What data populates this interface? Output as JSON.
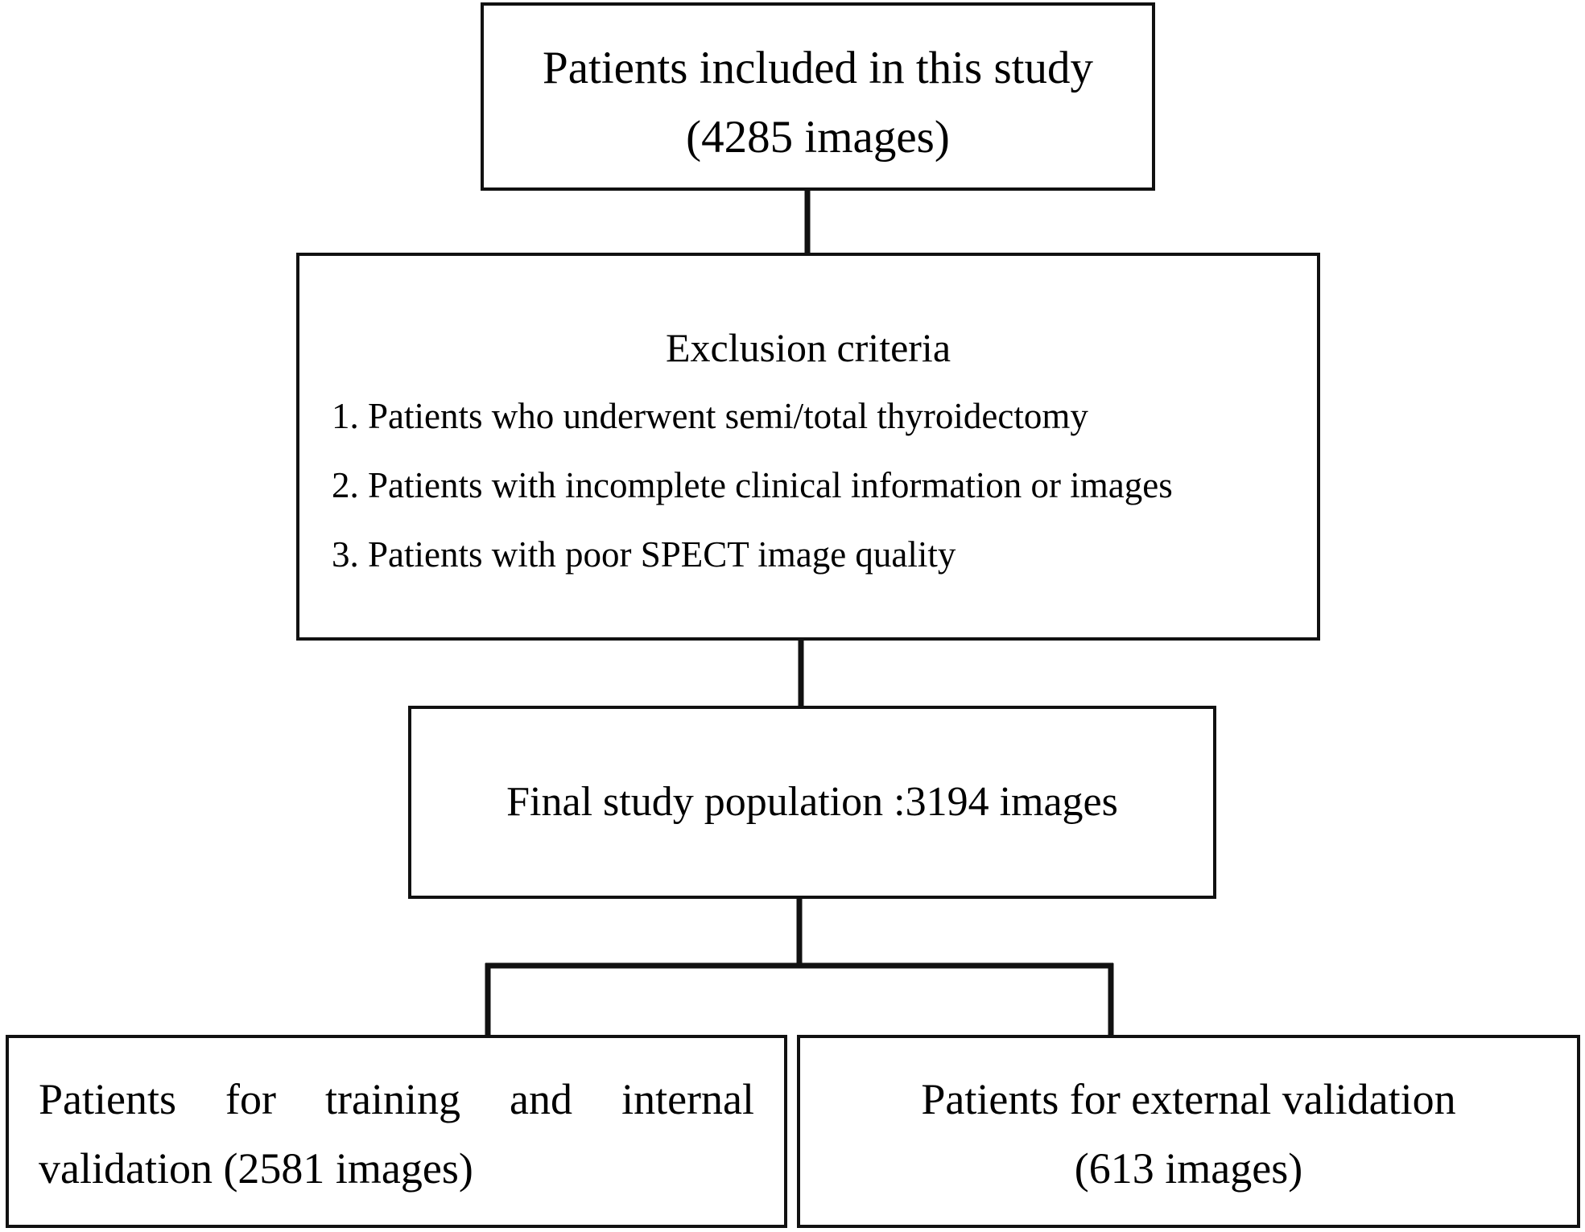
{
  "diagram": {
    "included": {
      "line1": "Patients included in this study",
      "line2": "(4285 images)"
    },
    "exclusion": {
      "title": "Exclusion criteria",
      "items": [
        "1. Patients who underwent semi/total thyroidectomy",
        "2. Patients with incomplete clinical information or images",
        "3. Patients with poor SPECT image quality"
      ]
    },
    "final": {
      "text": "Final study population :3194 images"
    },
    "training": {
      "text": "Patients for training and internal validation (2581 images)"
    },
    "external": {
      "line1": "Patients for external validation",
      "line2": "(613 images)"
    },
    "colors": {
      "line": "#111111",
      "background": "#ffffff"
    }
  }
}
